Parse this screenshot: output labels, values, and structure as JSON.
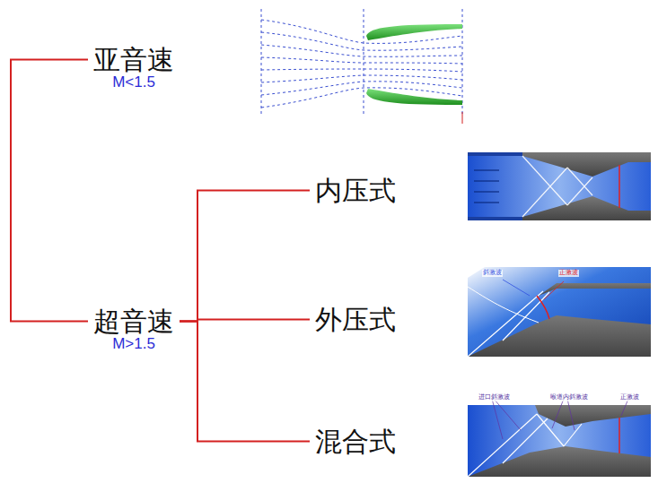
{
  "diagram": {
    "nodes": [
      {
        "text": [
          "亚音速",
          "M<1.5"
        ]
      },
      {
        "text": [
          "超音速",
          "M>1.5"
        ]
      },
      {
        "text": [
          "内压式"
        ]
      },
      {
        "text": [
          "外压式"
        ]
      },
      {
        "text": [
          "混合式"
        ]
      }
    ],
    "edges": [
      {
        "from": 0,
        "to": 1,
        "arrow": "none"
      },
      {
        "from": 1,
        "to": 2,
        "arrow": "none"
      },
      {
        "from": 1,
        "to": 3,
        "arrow": "none"
      },
      {
        "from": 1,
        "to": 4,
        "arrow": "none"
      }
    ],
    "labels": [
      "斜激波",
      "正激波",
      "进口斜激波",
      "喉道内斜激波",
      "正激波"
    ]
  }
}
